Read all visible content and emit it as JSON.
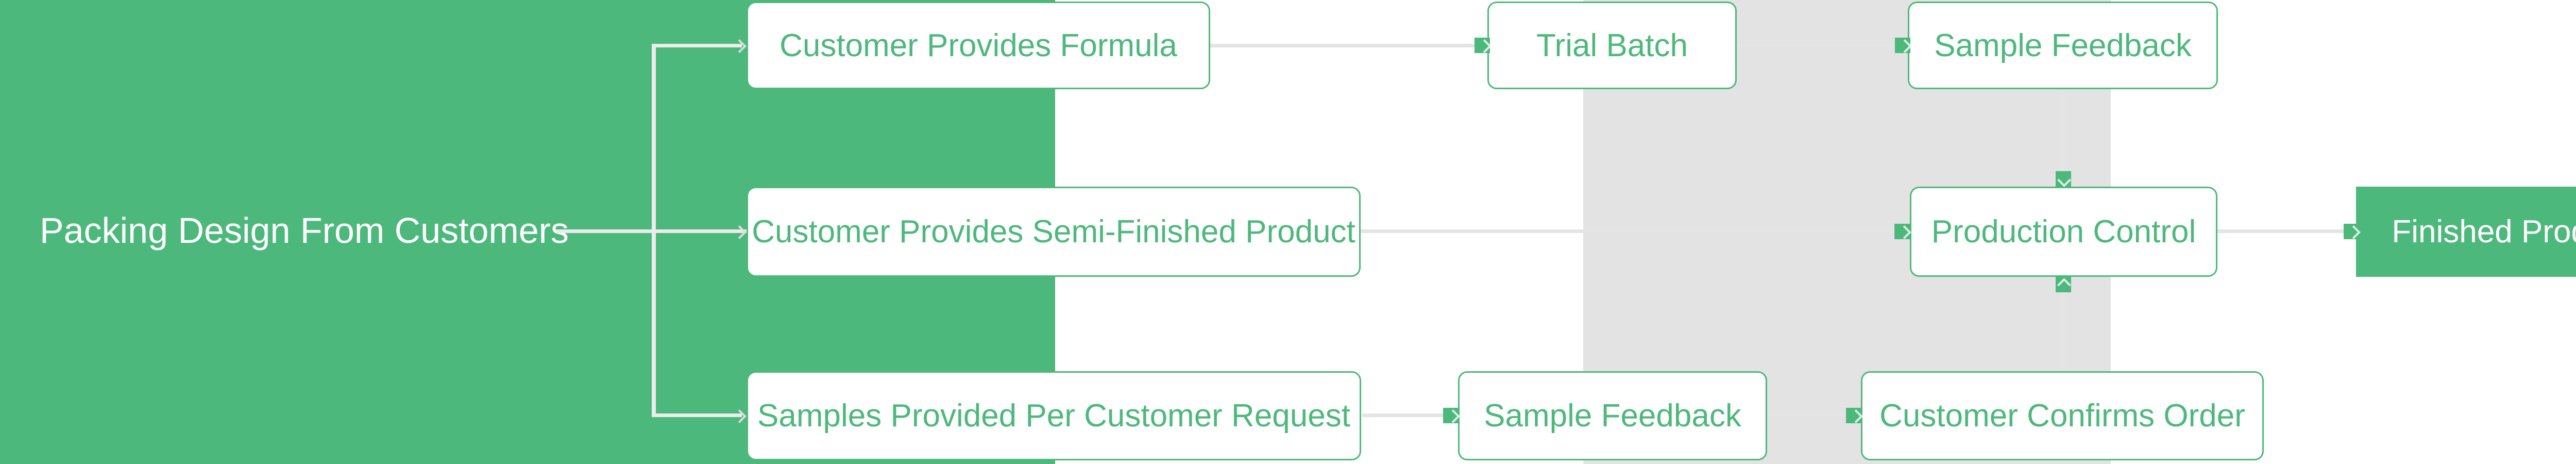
{
  "title": "Packing Design From Customers",
  "colors": {
    "green": "#4db87c",
    "band_gray": "#e3e3e3",
    "connector_gray": "#e4e4e4",
    "bracket_gray": "#ececec",
    "node_fill": "#ffffff",
    "node_text_green": "#4db87c",
    "finished_product_text": "#ffffff"
  },
  "nodes": {
    "customer_provides_formula": {
      "label": "Customer Provides Formula"
    },
    "trial_batch": {
      "label": "Trial Batch"
    },
    "sample_feedback_top": {
      "label": "Sample Feedback"
    },
    "customer_provides_semi_finished_product": {
      "label": "Customer Provides Semi-Finished Product"
    },
    "production_control": {
      "label": "Production Control"
    },
    "finished_product": {
      "label": "Finished Product"
    },
    "samples_provided_per_customer_request": {
      "label": "Samples Provided Per Customer Request"
    },
    "sample_feedback_bottom": {
      "label": "Sample Feedback"
    },
    "customer_confirms_order": {
      "label": "Customer Confirms Order"
    }
  }
}
